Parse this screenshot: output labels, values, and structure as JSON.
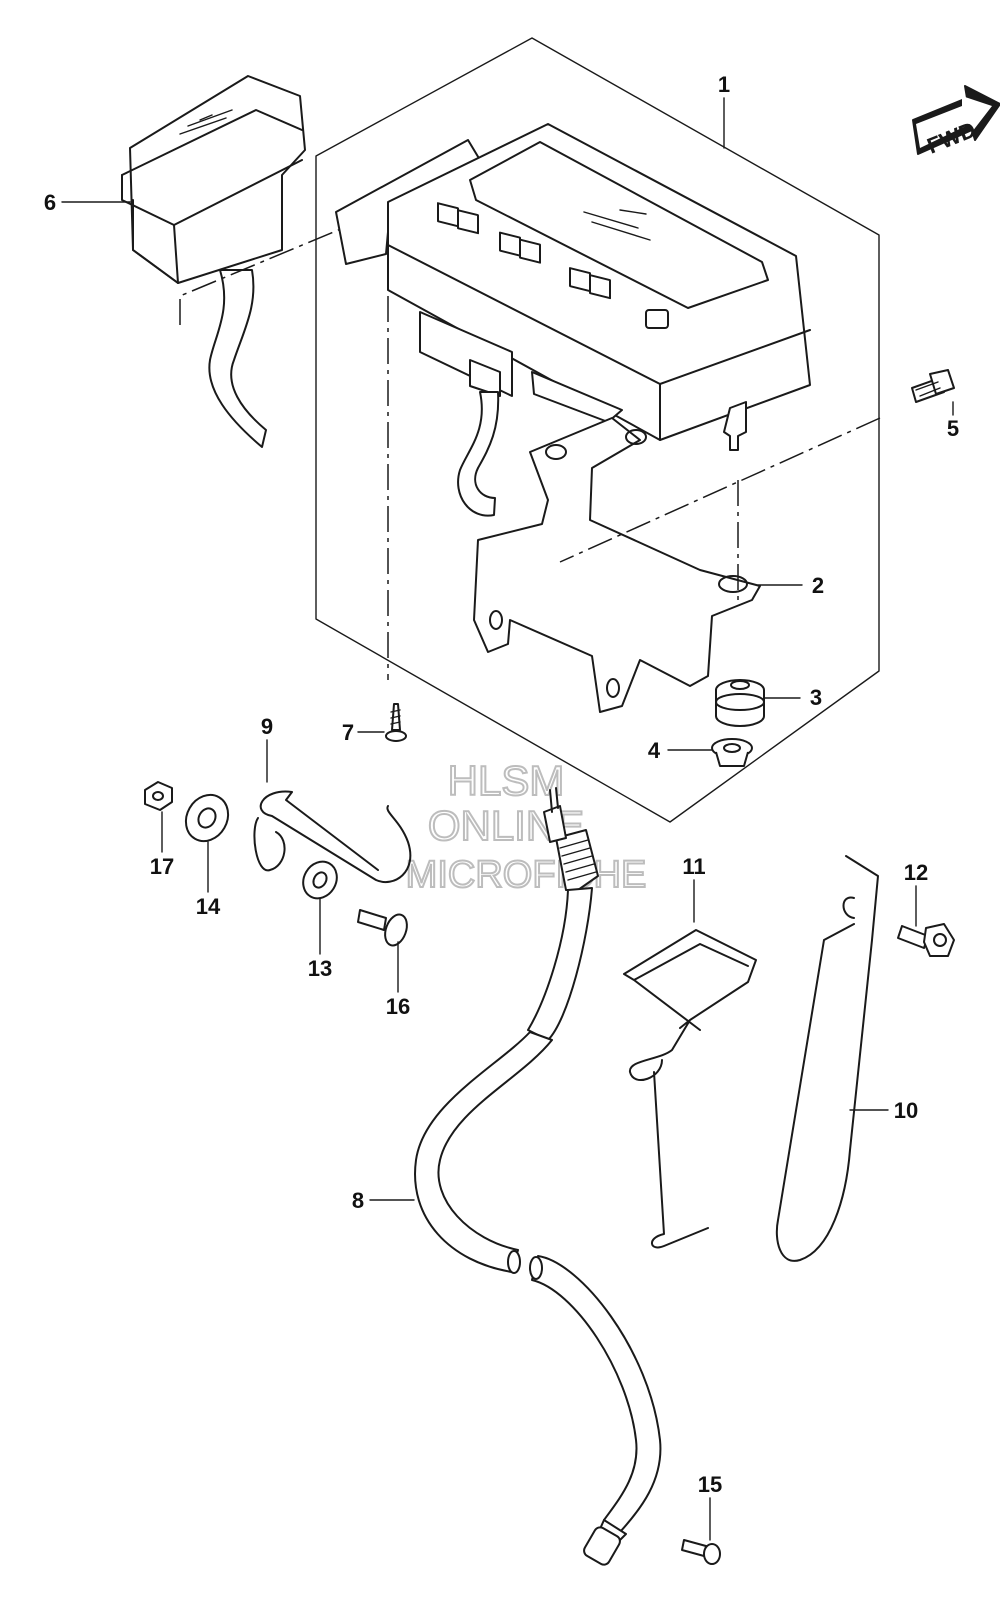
{
  "watermark": {
    "line1": "HLSM",
    "line2": "ONLINE",
    "line3": "MICROFICHE"
  },
  "fwd_label": "FWD",
  "callouts": [
    {
      "id": "1",
      "text": "1"
    },
    {
      "id": "2",
      "text": "2"
    },
    {
      "id": "3",
      "text": "3"
    },
    {
      "id": "4",
      "text": "4"
    },
    {
      "id": "5",
      "text": "5"
    },
    {
      "id": "6",
      "text": "6"
    },
    {
      "id": "7",
      "text": "7"
    },
    {
      "id": "8",
      "text": "8"
    },
    {
      "id": "9",
      "text": "9"
    },
    {
      "id": "10",
      "text": "10"
    },
    {
      "id": "11",
      "text": "11"
    },
    {
      "id": "12",
      "text": "12"
    },
    {
      "id": "13",
      "text": "13"
    },
    {
      "id": "14",
      "text": "14"
    },
    {
      "id": "15",
      "text": "15"
    },
    {
      "id": "16",
      "text": "16"
    },
    {
      "id": "17",
      "text": "17"
    }
  ]
}
